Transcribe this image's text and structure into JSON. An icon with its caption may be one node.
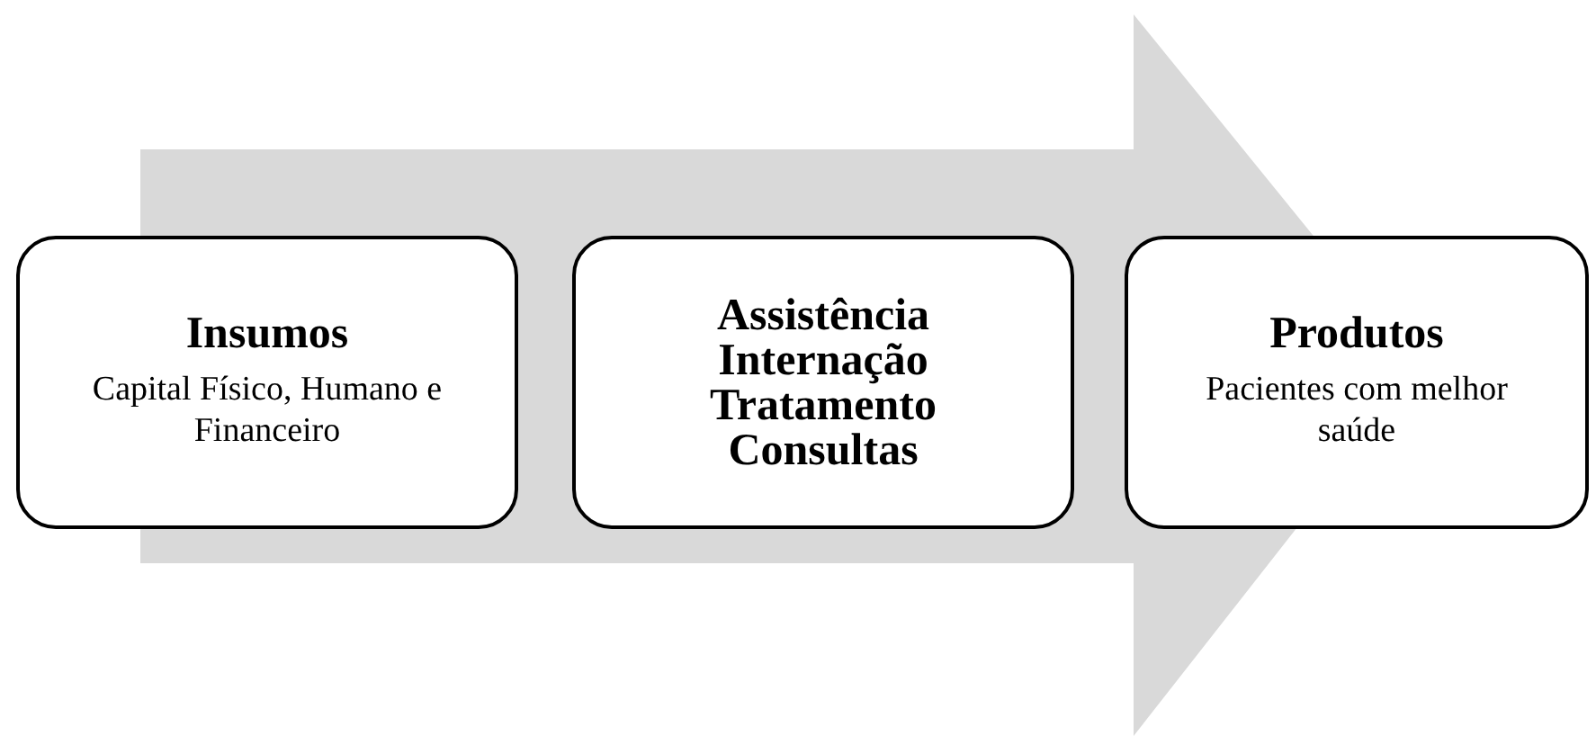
{
  "diagram": {
    "nodes": [
      {
        "text": [
          "Insumos",
          "Capital Físico, Humano e Financeiro"
        ]
      },
      {
        "text": [
          "Assistência Internação Tratamento Consultas"
        ]
      },
      {
        "text": [
          "Produtos",
          "Pacientes com melhor saúde"
        ]
      }
    ],
    "edges": [
      {
        "from": 0,
        "to": 2,
        "arrow": "to"
      }
    ]
  }
}
